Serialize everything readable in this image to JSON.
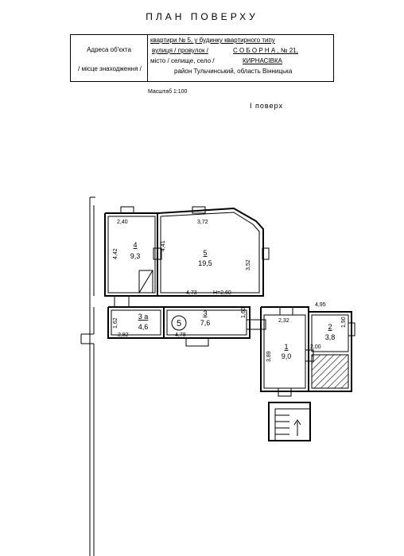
{
  "title": "ПЛАН ПОВЕРХУ",
  "address": {
    "label_1": "Адреса об'єкта",
    "label_2": "/ місце знаходження /",
    "line_1": "квартири  № 5,  у  будинку квартирного типу",
    "line_2a": "вулиця / провулок /",
    "line_2b": "С О Б О Р Н А , № 21,",
    "line_3a": "місто  / селище, село  /",
    "line_3b": "КИРНАСІВКА",
    "line_4": "район Тульчинський, область Вінницька"
  },
  "scale": "Масштаб  1:100",
  "floor": "I  поверх",
  "plan": {
    "dims": {
      "d_240": "2,40",
      "d_372": "3,72",
      "d_442": "4,42",
      "d_441": "4,41",
      "d_352": "3,52",
      "d_473": "4,73",
      "height": "H=2,60",
      "d_162": "1,62",
      "d_282": "2,82",
      "d_478": "4,78",
      "d_160": "1,60",
      "d_495": "4,95",
      "d_232": "2,32",
      "d_190": "1,90",
      "d_200": "2,00",
      "d_389": "3,89"
    },
    "rooms": [
      {
        "num": "4",
        "area": "9,3"
      },
      {
        "num": "5",
        "area": "19,5"
      },
      {
        "num": "3 а",
        "area": "4,6"
      },
      {
        "num": "3",
        "area": "7,6"
      },
      {
        "num": "1",
        "area": "9,0"
      },
      {
        "num": "2",
        "area": "3,8"
      }
    ],
    "apartment_no": "5"
  }
}
